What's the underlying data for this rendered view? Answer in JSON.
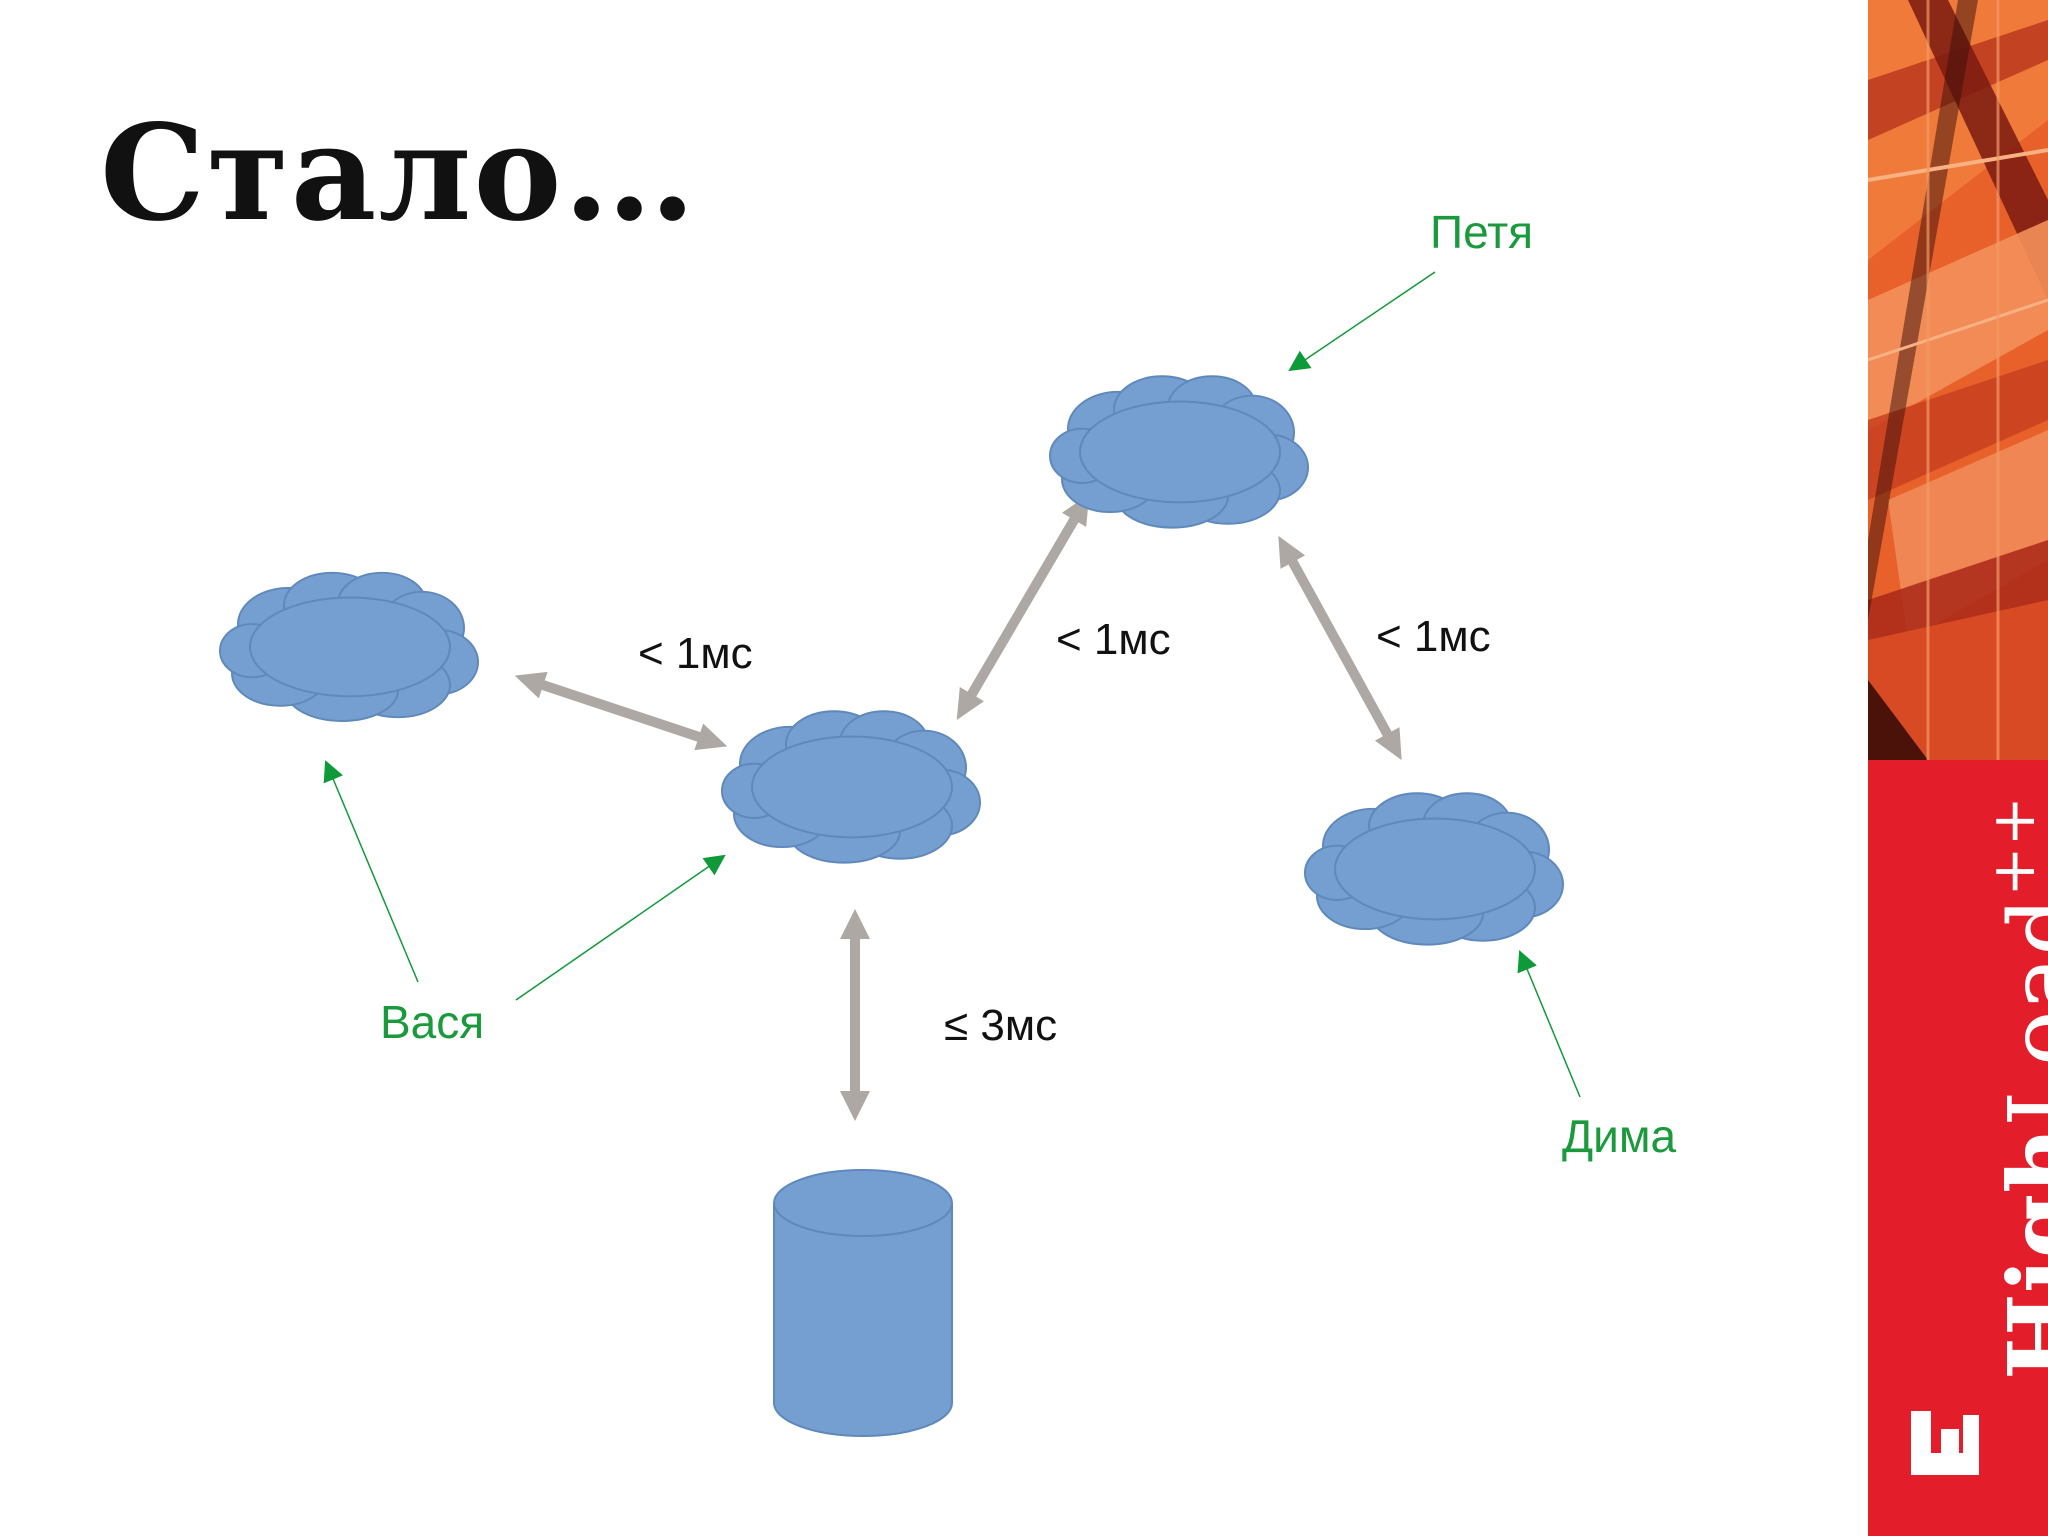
{
  "slide": {
    "title": "Стало…"
  },
  "diagram": {
    "nodes": [
      {
        "id": "cloud-left",
        "type": "cloud"
      },
      {
        "id": "cloud-center",
        "type": "cloud"
      },
      {
        "id": "cloud-top",
        "type": "cloud"
      },
      {
        "id": "cloud-right",
        "type": "cloud"
      },
      {
        "id": "database",
        "type": "cylinder"
      }
    ],
    "links": [
      {
        "from": "cloud-left",
        "to": "cloud-center",
        "label": "< 1мс"
      },
      {
        "from": "cloud-center",
        "to": "cloud-top",
        "label": "< 1мс"
      },
      {
        "from": "cloud-top",
        "to": "cloud-right",
        "label": "< 1мс"
      },
      {
        "from": "cloud-center",
        "to": "database",
        "label": "≤ 3мс"
      }
    ],
    "users": [
      {
        "name": "Петя",
        "points_to": [
          "cloud-top"
        ]
      },
      {
        "name": "Вася",
        "points_to": [
          "cloud-left",
          "cloud-center"
        ]
      },
      {
        "name": "Дима",
        "points_to": [
          "cloud-right"
        ]
      }
    ],
    "colors": {
      "cloud_fill": "#749fd0",
      "cloud_stroke": "#5f88bb",
      "link_arrow": "#ada8a3",
      "user_label": "#1a9a3c",
      "user_arrow": "#0f9a3a"
    }
  },
  "branding": {
    "word_bold": "High",
    "word_regular": "Load",
    "suffix": "++",
    "colors": {
      "brand_red": "#e31e2a",
      "pattern_orange": "#e8602a"
    }
  }
}
